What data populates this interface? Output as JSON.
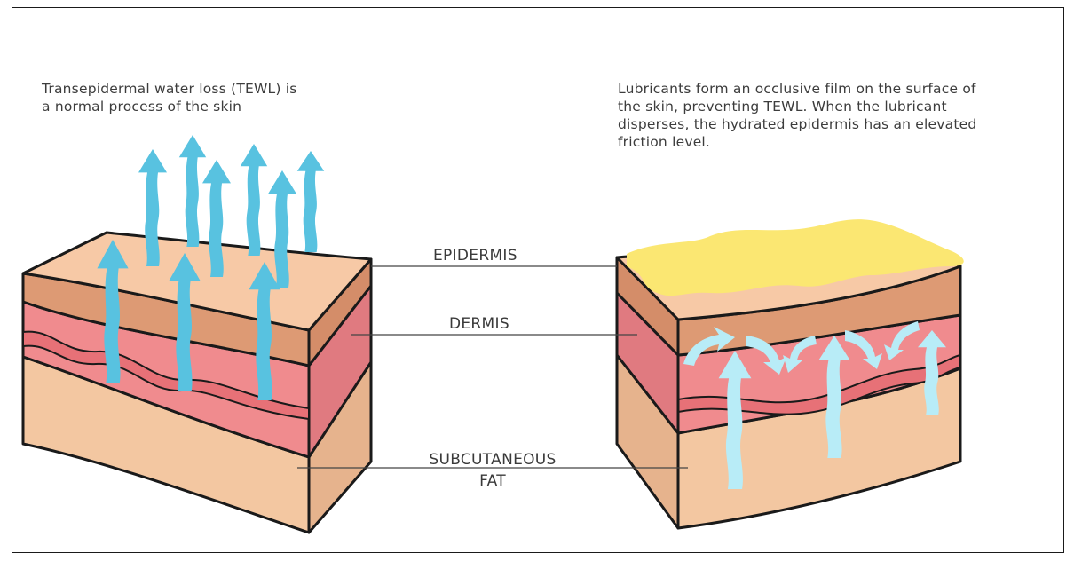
{
  "captions": {
    "left": [
      "Transepidermal water loss (TEWL) is",
      "a normal process of the skin"
    ],
    "right": [
      "Lubricants form an occlusive film on the surface of",
      "the skin, preventing TEWL. When the lubricant",
      "disperses, the hydrated epidermis has an elevated",
      "friction level."
    ]
  },
  "layers": {
    "epidermis": "EPIDERMIS",
    "dermis": "DERMIS",
    "subcutaneous_line1": "SUBCUTANEOUS",
    "subcutaneous_line2": "FAT"
  },
  "colors": {
    "epidermis_top": "#f7c9a6",
    "epidermis_side": "#dd9a74",
    "dermis": "#f08b8e",
    "dermis_dark": "#d86a70",
    "fat": "#f3c7a1",
    "fat_side": "#e6b38d",
    "tewl_arrow": "#58c2e0",
    "retained_arrow": "#b8ecf7",
    "lubricant_film": "#fbe772",
    "outline": "#1a1a1a",
    "leader_line": "#444444"
  },
  "icons": [
    "water-loss-arrow-icon",
    "retained-moisture-arrow-icon"
  ]
}
